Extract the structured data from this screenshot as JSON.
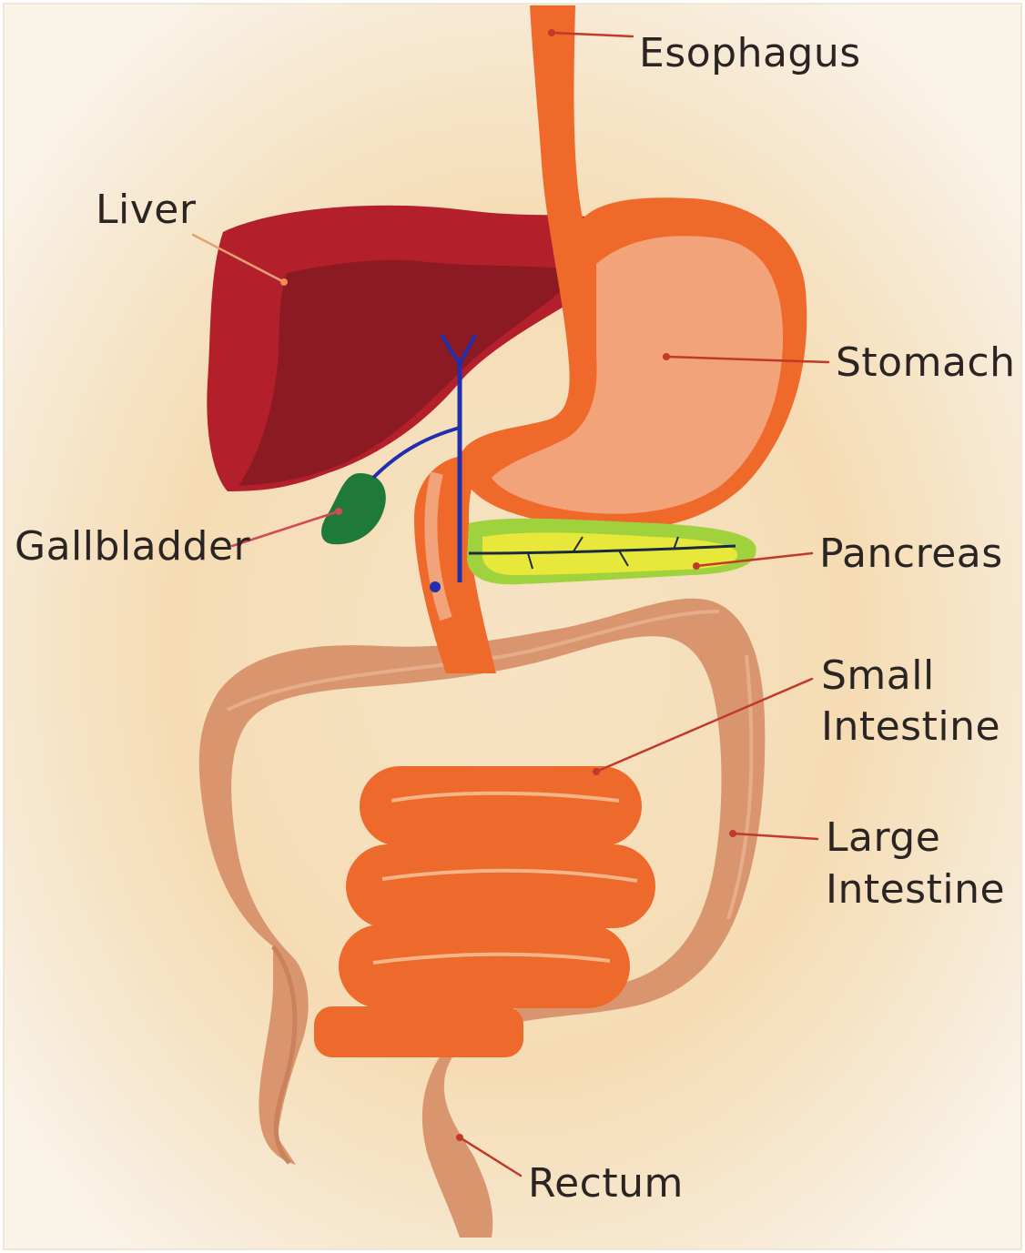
{
  "labels": {
    "esophagus": "Esophagus",
    "liver": "Liver",
    "stomach": "Stomach",
    "gallbladder": "Gallbladder",
    "pancreas": "Pancreas",
    "small_intestine_line1": "Small",
    "small_intestine_line2": "Intestine",
    "large_intestine_line1": "Large",
    "large_intestine_line2": "Intestine",
    "rectum": "Rectum"
  },
  "colors": {
    "background_glow": "#f5d9b0",
    "background": "#f7efe0",
    "liver": "#b3202b",
    "liver_shadow": "#8c1a22",
    "esophagus_stomach_wall": "#ef6a2a",
    "stomach_inner": "#f2a37a",
    "gallbladder": "#1f7a3a",
    "bile_duct": "#1f2fb0",
    "pancreas": "#e8e83a",
    "pancreas_edge": "#9fd23c",
    "small_intestine": "#ee6a2c",
    "large_intestine": "#d9966e",
    "leader_line": "#c0392b",
    "label_text": "#2a2522"
  }
}
